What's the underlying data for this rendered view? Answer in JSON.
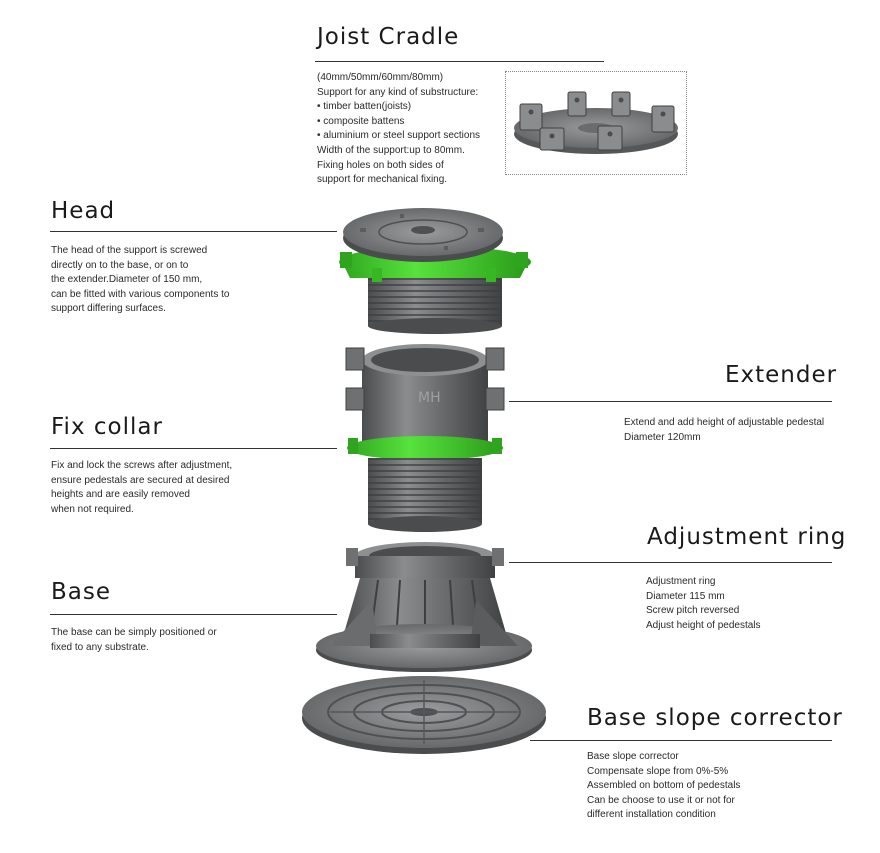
{
  "joist_cradle": {
    "title": "Joist Cradle",
    "lines": [
      "(40mm/50mm/60mm/80mm)",
      "Support for any kind of substructure:",
      "• timber batten(joists)",
      "• composite battens",
      "• aluminium or steel support sections",
      "Width of the support:up to 80mm.",
      "Fixing holes on both sides of",
      "support for mechanical fixing."
    ]
  },
  "head": {
    "title": "Head",
    "lines": [
      "The head of the support is screwed",
      "directly on to the base, or on to",
      "the extender.Diameter of 150 mm,",
      "can be fitted with various components to",
      "support differing surfaces."
    ]
  },
  "extender": {
    "title": "Extender",
    "lines": [
      "Extend and add height of adjustable pedestal",
      "Diameter 120mm"
    ]
  },
  "fix_collar": {
    "title": "Fix collar",
    "lines": [
      "Fix and lock the screws after adjustment,",
      "ensure pedestals are secured at desired",
      "heights and are easily removed",
      "when not required."
    ]
  },
  "adjustment_ring": {
    "title": "Adjustment ring",
    "lines": [
      "Adjustment ring",
      "Diameter 115 mm",
      "Screw pitch reversed",
      "Adjust height of pedestals"
    ]
  },
  "base": {
    "title": "Base",
    "lines": [
      "The base can be simply positioned or",
      "fixed to any substrate."
    ]
  },
  "base_slope_corrector": {
    "title": "Base slope corrector",
    "lines": [
      "Base slope corrector",
      "Compensate slope from 0%-5%",
      "Assembled on bottom of pedestals",
      "Can be choose to use it or not for",
      "different installation condition"
    ]
  },
  "colors": {
    "plastic_dark": "#555759",
    "plastic_mid": "#7a7c7e",
    "plastic_light": "#a3a5a7",
    "collar_green": "#3fcf2a"
  }
}
